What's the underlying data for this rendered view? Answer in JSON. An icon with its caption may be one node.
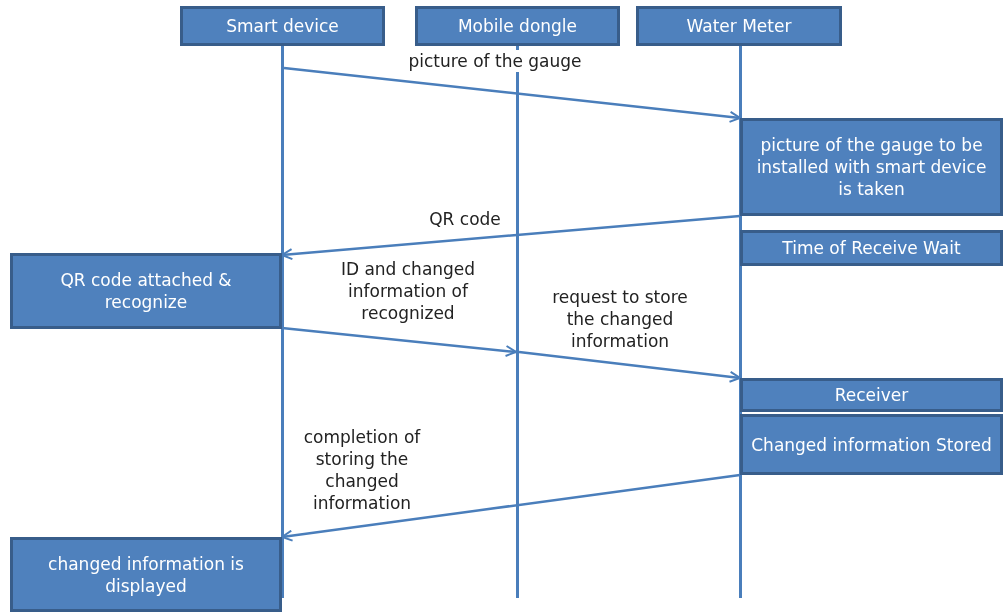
{
  "diagram": {
    "nodes": [
      {
        "text": [
          "Smart device"
        ]
      },
      {
        "text": [
          "Mobile dongle"
        ]
      },
      {
        "text": [
          "Water Meter"
        ]
      },
      {
        "text": [
          "picture of the gauge to be installed with smart device is taken"
        ]
      },
      {
        "text": [
          "Time of Receive Wait"
        ]
      },
      {
        "text": [
          "QR code attached & recognize"
        ]
      },
      {
        "text": [
          "Receiver"
        ]
      },
      {
        "text": [
          "Changed information Stored"
        ]
      },
      {
        "text": [
          "changed information is displayed"
        ]
      },
      {
        "text": [],
        "shape": "bar"
      },
      {
        "text": [],
        "shape": "bar"
      },
      {
        "text": [],
        "shape": "bar"
      }
    ],
    "edges": [
      {
        "from": 9,
        "to": 3,
        "arrow": "to",
        "label": "picture of the gauge"
      },
      {
        "from": 3,
        "to": 5,
        "arrow": "to",
        "label": "QR code"
      },
      {
        "from": 5,
        "to": 10,
        "arrow": "to",
        "label": "ID and changed information of recognized"
      },
      {
        "from": 10,
        "to": 6,
        "arrow": "to",
        "label": "request to store the changed information"
      },
      {
        "from": 7,
        "to": 8,
        "arrow": "to",
        "label": "completion of storing the changed information"
      }
    ]
  }
}
